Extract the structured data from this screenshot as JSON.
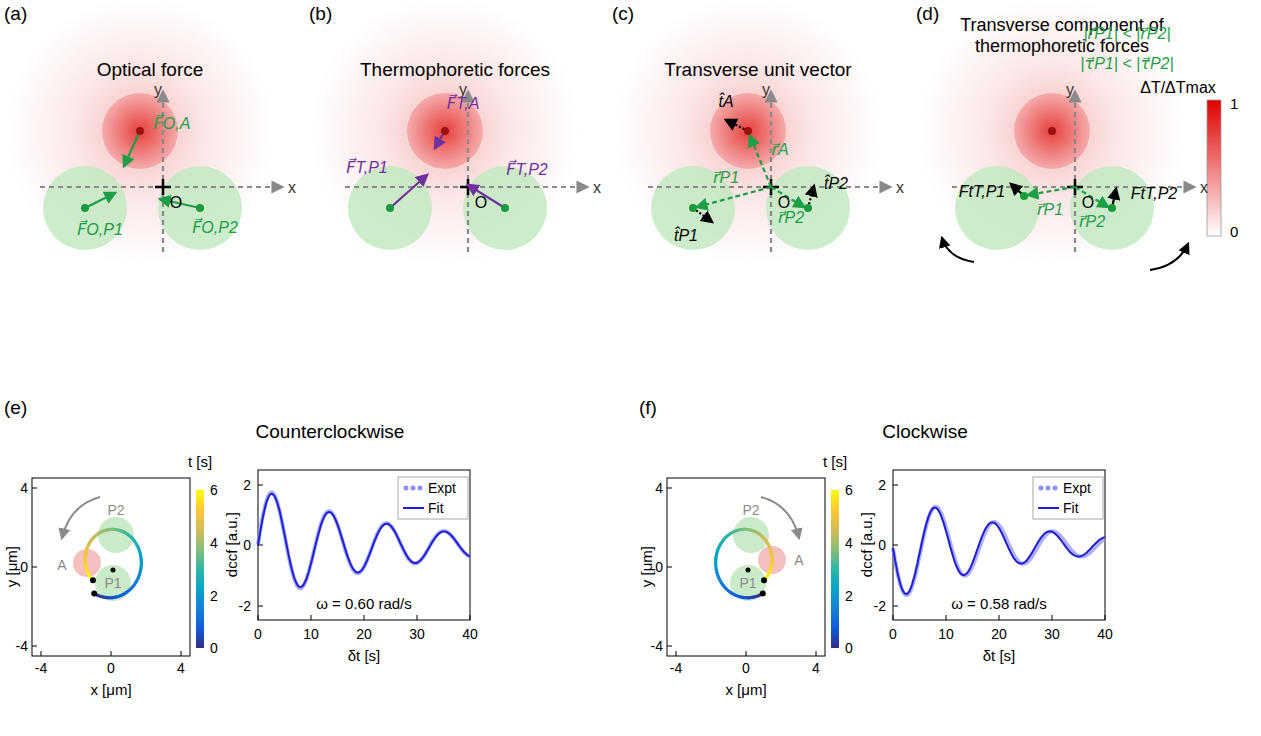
{
  "diagram": {
    "labels": [
      "(a)",
      "Optical force",
      "y",
      "x",
      "O",
      "F⃗O,A",
      "F⃗O,P1",
      "F⃗O,P2",
      "(b)",
      "Thermophoretic forces",
      "y",
      "x",
      "O",
      "F⃗T,A",
      "F⃗T,P1",
      "F⃗T,P2",
      "(c)",
      "Transverse unit vector",
      "y",
      "x",
      "O",
      "t̂A",
      "r⃗A",
      "r⃗P1",
      "t̂P1",
      "r⃗P2",
      "t̂P2",
      "(d)",
      "Transverse component of thermophoretic forces",
      "y",
      "x",
      "O",
      "|r⃗P1| < |r⃗P2|",
      "|τ⃗P1| < |τ⃗P2|",
      "r⃗P1",
      "FtT,P1",
      "r⃗P2",
      "FtT,P2",
      "ΔT/ΔTmax",
      "1",
      "0",
      "(e)",
      "Counterclockwise",
      "t [s]",
      "6",
      "4",
      "2",
      "0",
      "y [μm]",
      "4",
      "0",
      "-4",
      "-4",
      "0",
      "4",
      "x [μm]",
      "P2",
      "A",
      "P1",
      "dccf [a.u.]",
      "2",
      "0",
      "-2",
      "0",
      "10",
      "20",
      "30",
      "40",
      "δt [s]",
      "ω = 0.60 rad/s",
      "(f)",
      "Clockwise",
      "t [s]",
      "6",
      "4",
      "2",
      "0",
      "y [μm]",
      "4",
      "0",
      "-4",
      "-4",
      "0",
      "4",
      "x [μm]",
      "P2",
      "A",
      "P1",
      "dccf [a.u.]",
      "2",
      "0",
      "-2",
      "0",
      "10",
      "20",
      "30",
      "40",
      "δt [s]",
      "ω = 0.58 rad/s"
    ],
    "legend": [
      {
        "text": "Expt"
      },
      {
        "text": "Fit"
      },
      {
        "text": "Expt"
      },
      {
        "text": "Fit"
      }
    ]
  }
}
